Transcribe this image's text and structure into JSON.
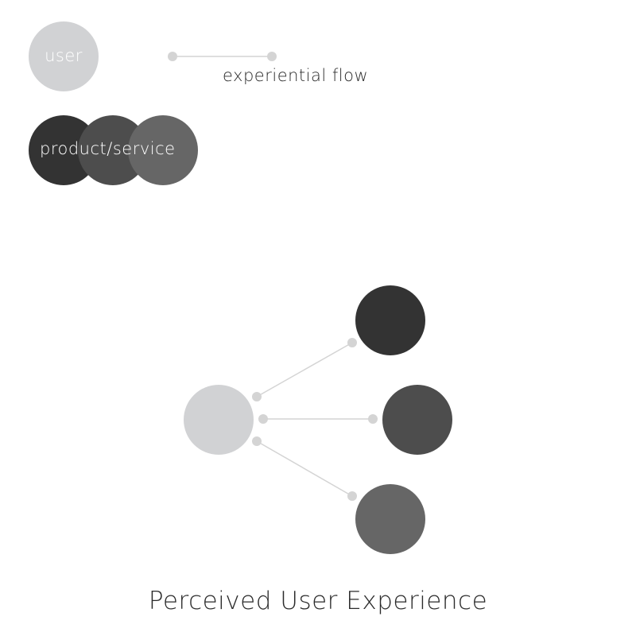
{
  "legend": {
    "user_label": "user",
    "flow_label": "experiential flow",
    "product_label": "product/service"
  },
  "diagram": {
    "title": "Perceived User Experience"
  },
  "colors": {
    "user": "#d1d2d4",
    "connector": "#d4d4d4",
    "product_dark": "#333333",
    "product_mid": "#4d4d4d",
    "product_light": "#666666",
    "text_dark": "#2b2b2b"
  }
}
